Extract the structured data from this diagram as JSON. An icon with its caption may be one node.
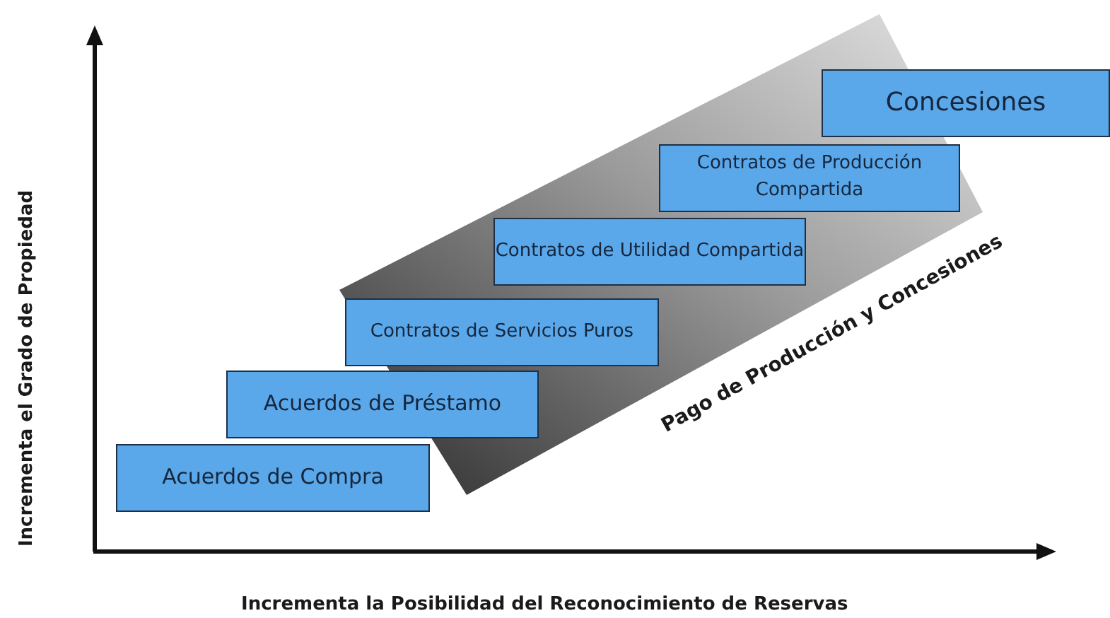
{
  "diagram": {
    "nodes": [
      {
        "text": [
          "Acuerdos de Compra"
        ]
      },
      {
        "text": [
          "Acuerdos de Préstamo"
        ]
      },
      {
        "text": [
          "Contratos de Servicios Puros"
        ]
      },
      {
        "text": [
          "Contratos de Utilidad Compartida"
        ]
      },
      {
        "text": [
          "Contratos de Producción Compartida"
        ]
      },
      {
        "text": [
          "Concesiones"
        ]
      }
    ],
    "labels": [
      "Pago de Producción y Concesiones",
      "Incrementa el Grado de Propiedad",
      "Incrementa la Posibilidad del Reconocimiento de Reservas"
    ]
  }
}
